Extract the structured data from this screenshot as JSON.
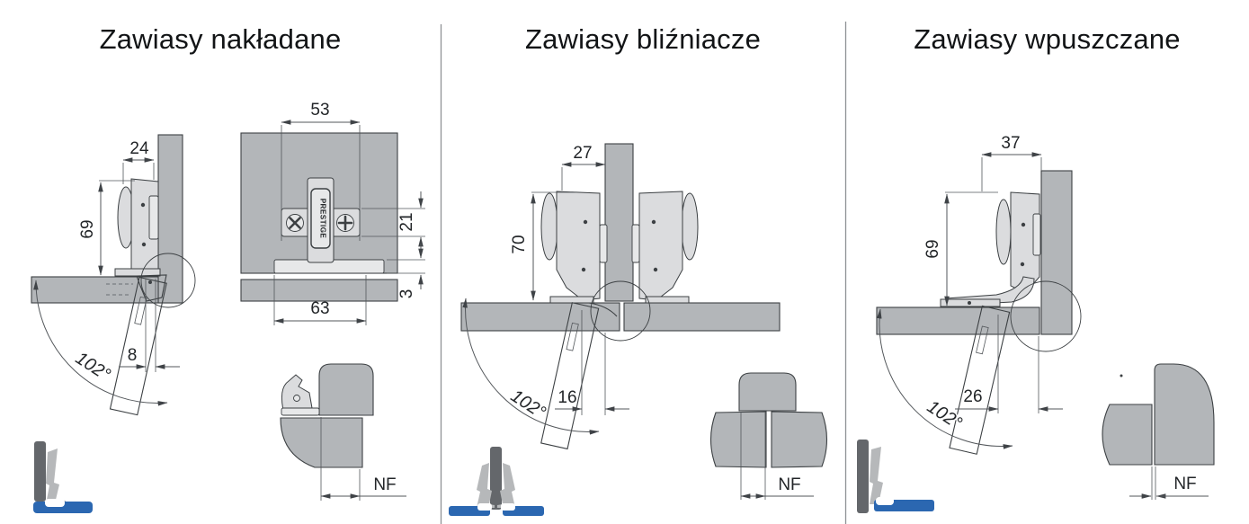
{
  "brand_label": "PRESTIGE",
  "colors": {
    "panel": "#b3b6b9",
    "hinge": "#dbdcde",
    "hinge2": "#e7e8e9",
    "line": "#3c4043",
    "dim": "#53575b",
    "text": "#222528",
    "icon_dark": "#64676b",
    "icon_light": "#b6b8ba",
    "icon_blue": "#2b67b1",
    "divider": "#8f9295"
  },
  "sections": [
    {
      "title": "Zawiasy nakładane",
      "dims": {
        "overlay_depth": "24",
        "height": "69",
        "door_offset": "8",
        "opening_angle": "102°",
        "plate_width": "53",
        "plate_height": "21",
        "reveal": "3",
        "base_width": "63",
        "min_gap": "NF"
      }
    },
    {
      "title": "Zawiasy bliźniacze",
      "dims": {
        "overlay_depth": "27",
        "height": "70",
        "door_offset": "16",
        "opening_angle": "102°",
        "min_gap": "NF"
      }
    },
    {
      "title": "Zawiasy wpuszczane",
      "dims": {
        "overlay_depth": "37",
        "height": "69",
        "door_offset": "26",
        "opening_angle": "102°",
        "min_gap": "NF"
      }
    }
  ]
}
